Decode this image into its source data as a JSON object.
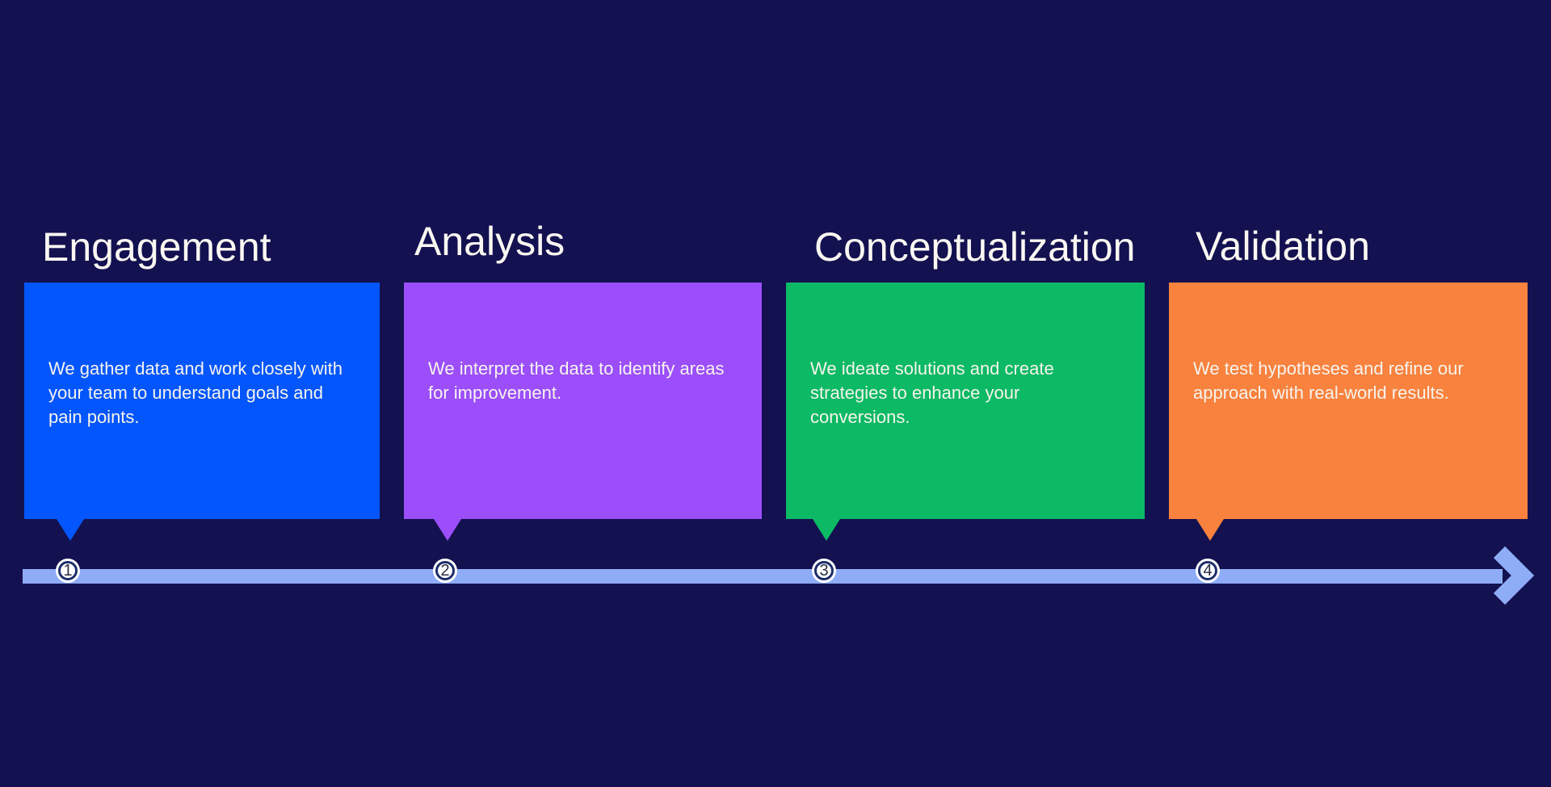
{
  "page": {
    "background": "#131150",
    "text_color": "#f7f4ee"
  },
  "timeline": {
    "bar_color": "#8fadf7",
    "arrow_icon": "arrow-right",
    "marker_ring_color": "#1d2e6b",
    "marker_fill": "#ffffff"
  },
  "steps": [
    {
      "number": "1",
      "title": "Engagement",
      "color": "#0356fb",
      "description": "We gather data and work closely with\nyour team to understand goals and\npain points."
    },
    {
      "number": "2",
      "title": "Analysis",
      "color": "#9b4efa",
      "description": "We interpret the data to identify areas\nfor improvement."
    },
    {
      "number": "3",
      "title": "Conceptualization",
      "color": "#0cb964",
      "description": "We ideate solutions and create\nstrategies to enhance your\nconversions."
    },
    {
      "number": "4",
      "title": "Validation",
      "color": "#f8823e",
      "description": "We test hypotheses and refine our\napproach with real-world results."
    }
  ]
}
